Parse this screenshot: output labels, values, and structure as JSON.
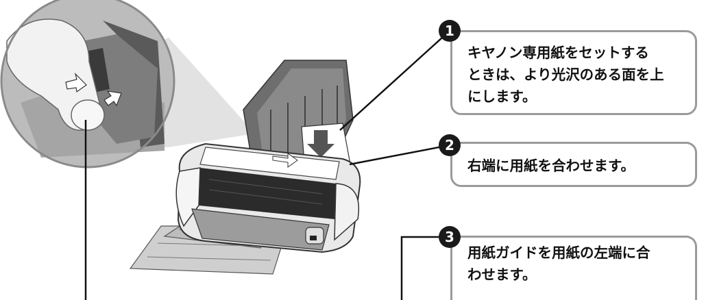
{
  "callouts": [
    {
      "number": "1",
      "lines": [
        "キヤノン専用紙をセットする",
        "ときは、より光沢のある面を上",
        "にします。"
      ]
    },
    {
      "number": "2",
      "lines": [
        "右端に用紙を合わせます。"
      ]
    },
    {
      "number": "3",
      "lines": [
        "用紙ガイドを用紙の左端に合",
        "わせます。"
      ]
    }
  ],
  "colors": {
    "callout_border": "#9a9a9a",
    "badge_fill": "#1a1a1a",
    "leader_line": "#111111"
  },
  "icons": [
    "zoom-lens-icon",
    "push-arrow-icon",
    "down-arrow-icon",
    "right-arrow-icon"
  ]
}
